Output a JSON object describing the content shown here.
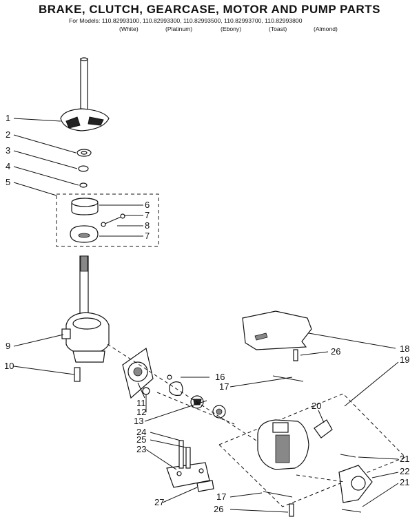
{
  "title": "BRAKE, CLUTCH, GEARCASE, MOTOR AND PUMP PARTS",
  "models_line": "For Models: 110.82993100, 110.82993300, 110.82993500, 110.82993700, 110.82993800",
  "model_colors": [
    "(White)",
    "(Platinum)",
    "(Ebony)",
    "(Toast)",
    "(Almond)"
  ],
  "callouts": [
    "1",
    "2",
    "3",
    "4",
    "5",
    "6",
    "7",
    "8",
    "7",
    "9",
    "10",
    "11",
    "12",
    "13",
    "24",
    "25",
    "23",
    "27",
    "16",
    "17",
    "20",
    "26",
    "18",
    "19",
    "21",
    "22",
    "21",
    "17",
    "26"
  ]
}
